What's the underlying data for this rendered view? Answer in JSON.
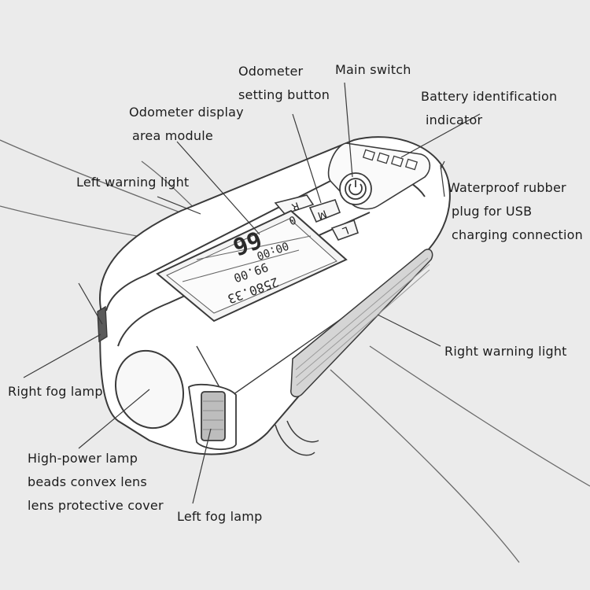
{
  "labels": {
    "odometer_setting_button": [
      "Odometer",
      "setting button"
    ],
    "main_switch": "Main switch",
    "battery_indicator": [
      "Battery identification",
      "indicator"
    ],
    "odometer_display": [
      "Odometer display",
      "area module"
    ],
    "left_warning_light": "Left warning light",
    "waterproof_plug": [
      "Waterproof rubber",
      "plug for USB",
      "charging connection"
    ],
    "right_warning_light": "Right warning light",
    "right_fog_lamp": "Right fog lamp",
    "high_power_lamp": [
      "High-power lamp",
      "beads convex lens",
      "lens protective cover"
    ],
    "left_fog_lamp": "Left fog lamp"
  },
  "buttons": {
    "r": "R",
    "m": "M",
    "l": "L"
  },
  "display": {
    "total_odometer": "2580.33",
    "trip": "99.00",
    "time": "00:00",
    "speed": "66",
    "speed_prefix": "0"
  },
  "colors": {
    "background": "#ebebeb",
    "line": "#3a3a3a",
    "body": "#ffffff",
    "screen": "#f4f4f4"
  }
}
